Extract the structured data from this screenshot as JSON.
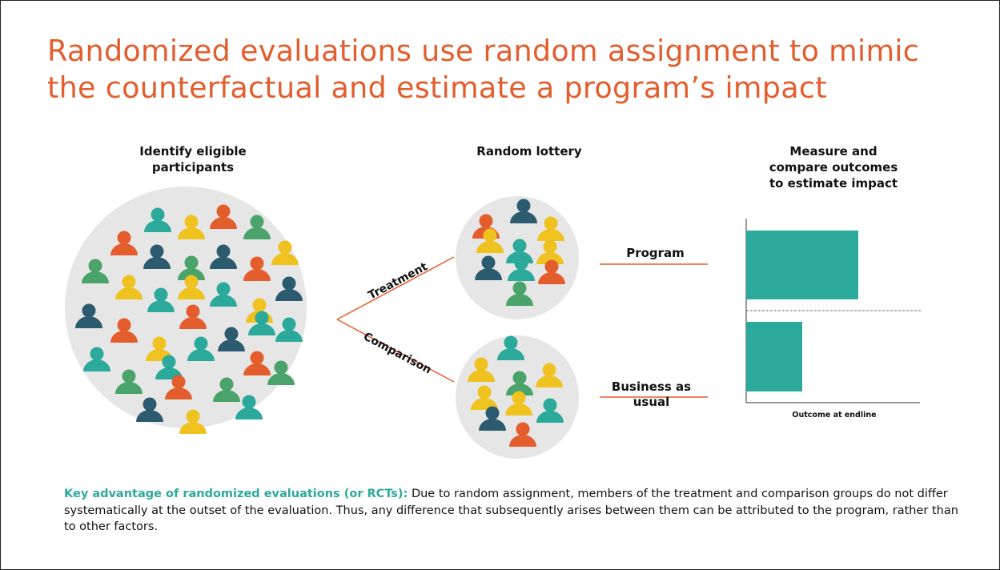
{
  "title": {
    "line1": "Randomized evaluations use random assignment to mimic",
    "line2": "the counterfactual and estimate a program’s impact"
  },
  "steps": {
    "identify": {
      "line1": "Identify eligible",
      "line2": "participants"
    },
    "lottery": {
      "label": "Random lottery"
    },
    "measure": {
      "line1": "Measure and",
      "line2": "compare outcomes",
      "line3": "to estimate impact"
    }
  },
  "branches": {
    "treatment": "Treatment",
    "comparison": "Comparison"
  },
  "groups": {
    "program": "Program",
    "business_as_usual": {
      "line1": "Business as",
      "line2": "usual"
    }
  },
  "chart_data": {
    "type": "bar",
    "orientation": "horizontal",
    "categories": [
      "Program",
      "Business as usual"
    ],
    "values": [
      1.0,
      0.5
    ],
    "xlabel": "Outcome at endline",
    "ylabel": "",
    "axis_ticks": false,
    "color": "#2BA99B"
  },
  "footer": {
    "key_label": "Key advantage of randomized evaluations (or RCTs):",
    "text": " Due to random assignment, members of the treatment and comparison groups do not differ systematically at the outset of the evaluation. Thus, any difference that subsequently arises between them can be attributed to the program, rather than to other factors."
  },
  "colors": {
    "accent_orange": "#E35D2D",
    "teal": "#2BA99B",
    "navy": "#2C5A6E",
    "yellow": "#EFC21F",
    "green": "#49A36A",
    "circle_bg": "#E6E6E6"
  }
}
